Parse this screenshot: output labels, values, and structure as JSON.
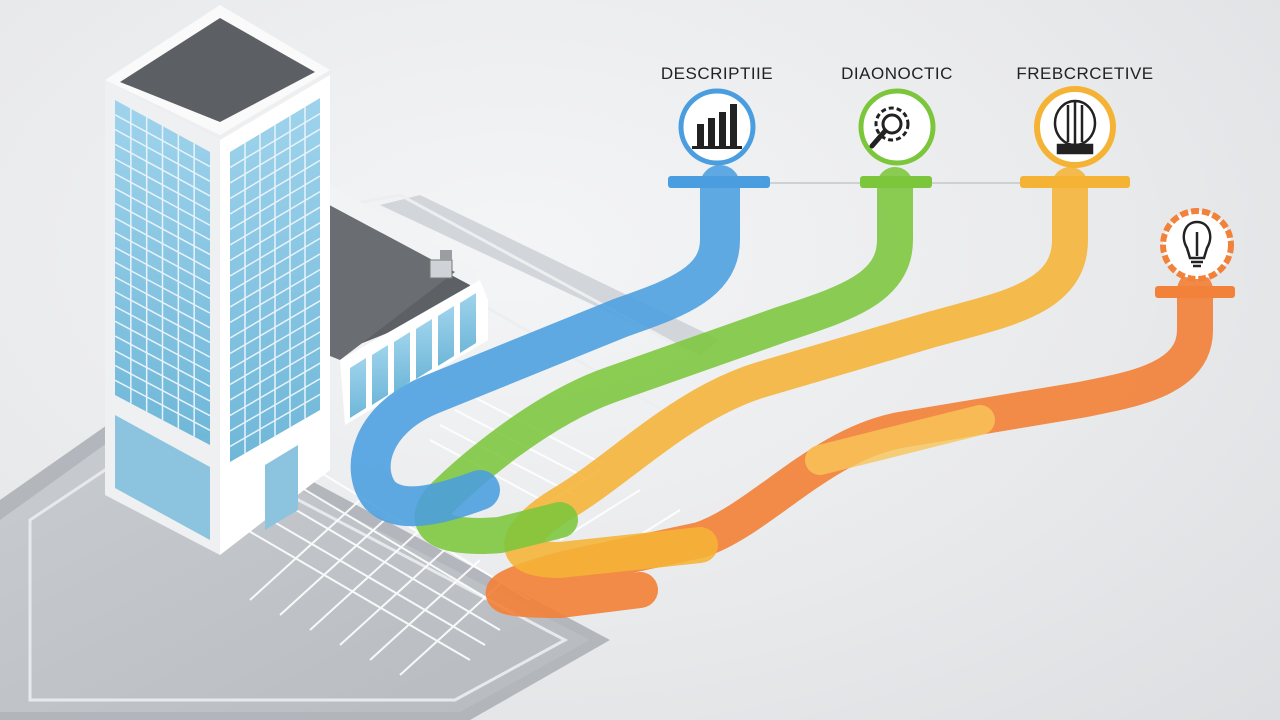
{
  "stages": [
    {
      "label": "DESCRIPTIIE",
      "icon": "bar-chart-icon",
      "color": "#4a9ee0"
    },
    {
      "label": "DIAONOCTIC",
      "icon": "magnifier-gear-icon",
      "color": "#7cc63c"
    },
    {
      "label": "FREBCRCETIVE",
      "icon": "brain-circuit-icon",
      "color": "#f5b335"
    },
    {
      "label": "",
      "icon": "lightbulb-gear-icon",
      "color": "#f2813a"
    }
  ]
}
